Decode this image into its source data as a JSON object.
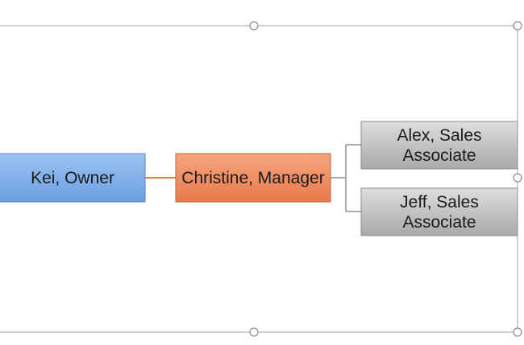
{
  "colors": {
    "frame": "#a6a6a6",
    "handle_fill": "#ffffff",
    "handle_stroke": "#8c8c8c",
    "owner_top": "#9cc3f5",
    "owner_bottom": "#6a9ee0",
    "owner_border": "#5b86c2",
    "manager_top": "#f6a57f",
    "manager_bottom": "#e8794b",
    "manager_border": "#c2643b",
    "associate_top": "#dedede",
    "associate_bottom": "#a9a9a9",
    "associate_border": "#8f8f8f",
    "owner_connector": "#e8794b",
    "associate_connector": "#8f8f8f"
  },
  "nodes": {
    "owner": {
      "label": "Kei, Owner"
    },
    "manager": {
      "label": "Christine, Manager"
    },
    "associates": [
      {
        "line1": "Alex, Sales",
        "line2": "Associate"
      },
      {
        "line1": "Jeff, Sales",
        "line2": "Associate"
      }
    ]
  }
}
